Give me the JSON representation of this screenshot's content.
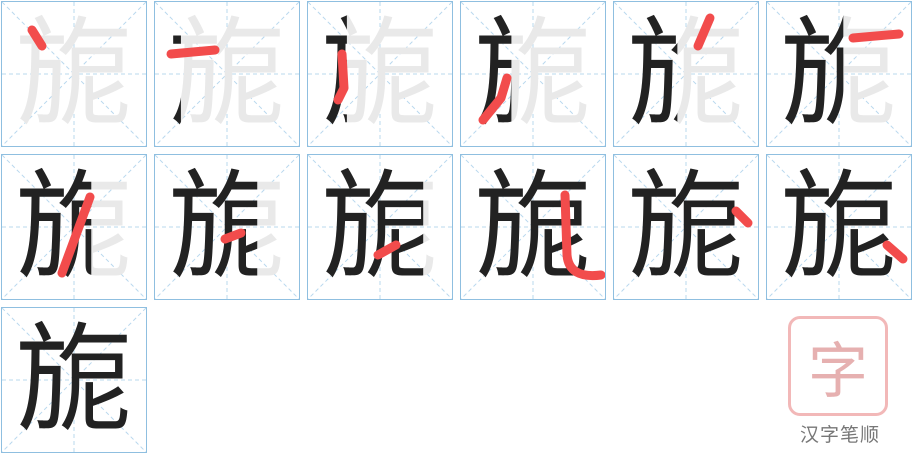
{
  "character": "旎",
  "stroke_count": 13,
  "colors": {
    "grid_border": "#8fbfe0",
    "guide_dash": "#b9d8ee",
    "ghost": "#e9e9e9",
    "completed": "#222222",
    "current_stroke": "#f24c4c",
    "stamp": "#f2b8b8"
  },
  "steps": [
    {
      "step": 1,
      "current_stroke": "dot"
    },
    {
      "step": 2,
      "current_stroke": "horizontal"
    },
    {
      "step": 3,
      "current_stroke": "horizontal-hook"
    },
    {
      "step": 4,
      "current_stroke": "left-falling"
    },
    {
      "step": 5,
      "current_stroke": "left-falling"
    },
    {
      "step": 6,
      "current_stroke": "horizontal"
    },
    {
      "step": 7,
      "current_stroke": "left-falling"
    },
    {
      "step": 8,
      "current_stroke": "rising"
    },
    {
      "step": 9,
      "current_stroke": "rising"
    },
    {
      "step": 10,
      "current_stroke": "vertical-bend-hook"
    },
    {
      "step": 11,
      "current_stroke": "dot"
    },
    {
      "step": 12,
      "current_stroke": "dot"
    },
    {
      "step": 13,
      "current_stroke": "none"
    }
  ],
  "stamp": {
    "icon": "stroke-order-seal-icon",
    "char": "字"
  },
  "site_label": "汉字笔顺"
}
